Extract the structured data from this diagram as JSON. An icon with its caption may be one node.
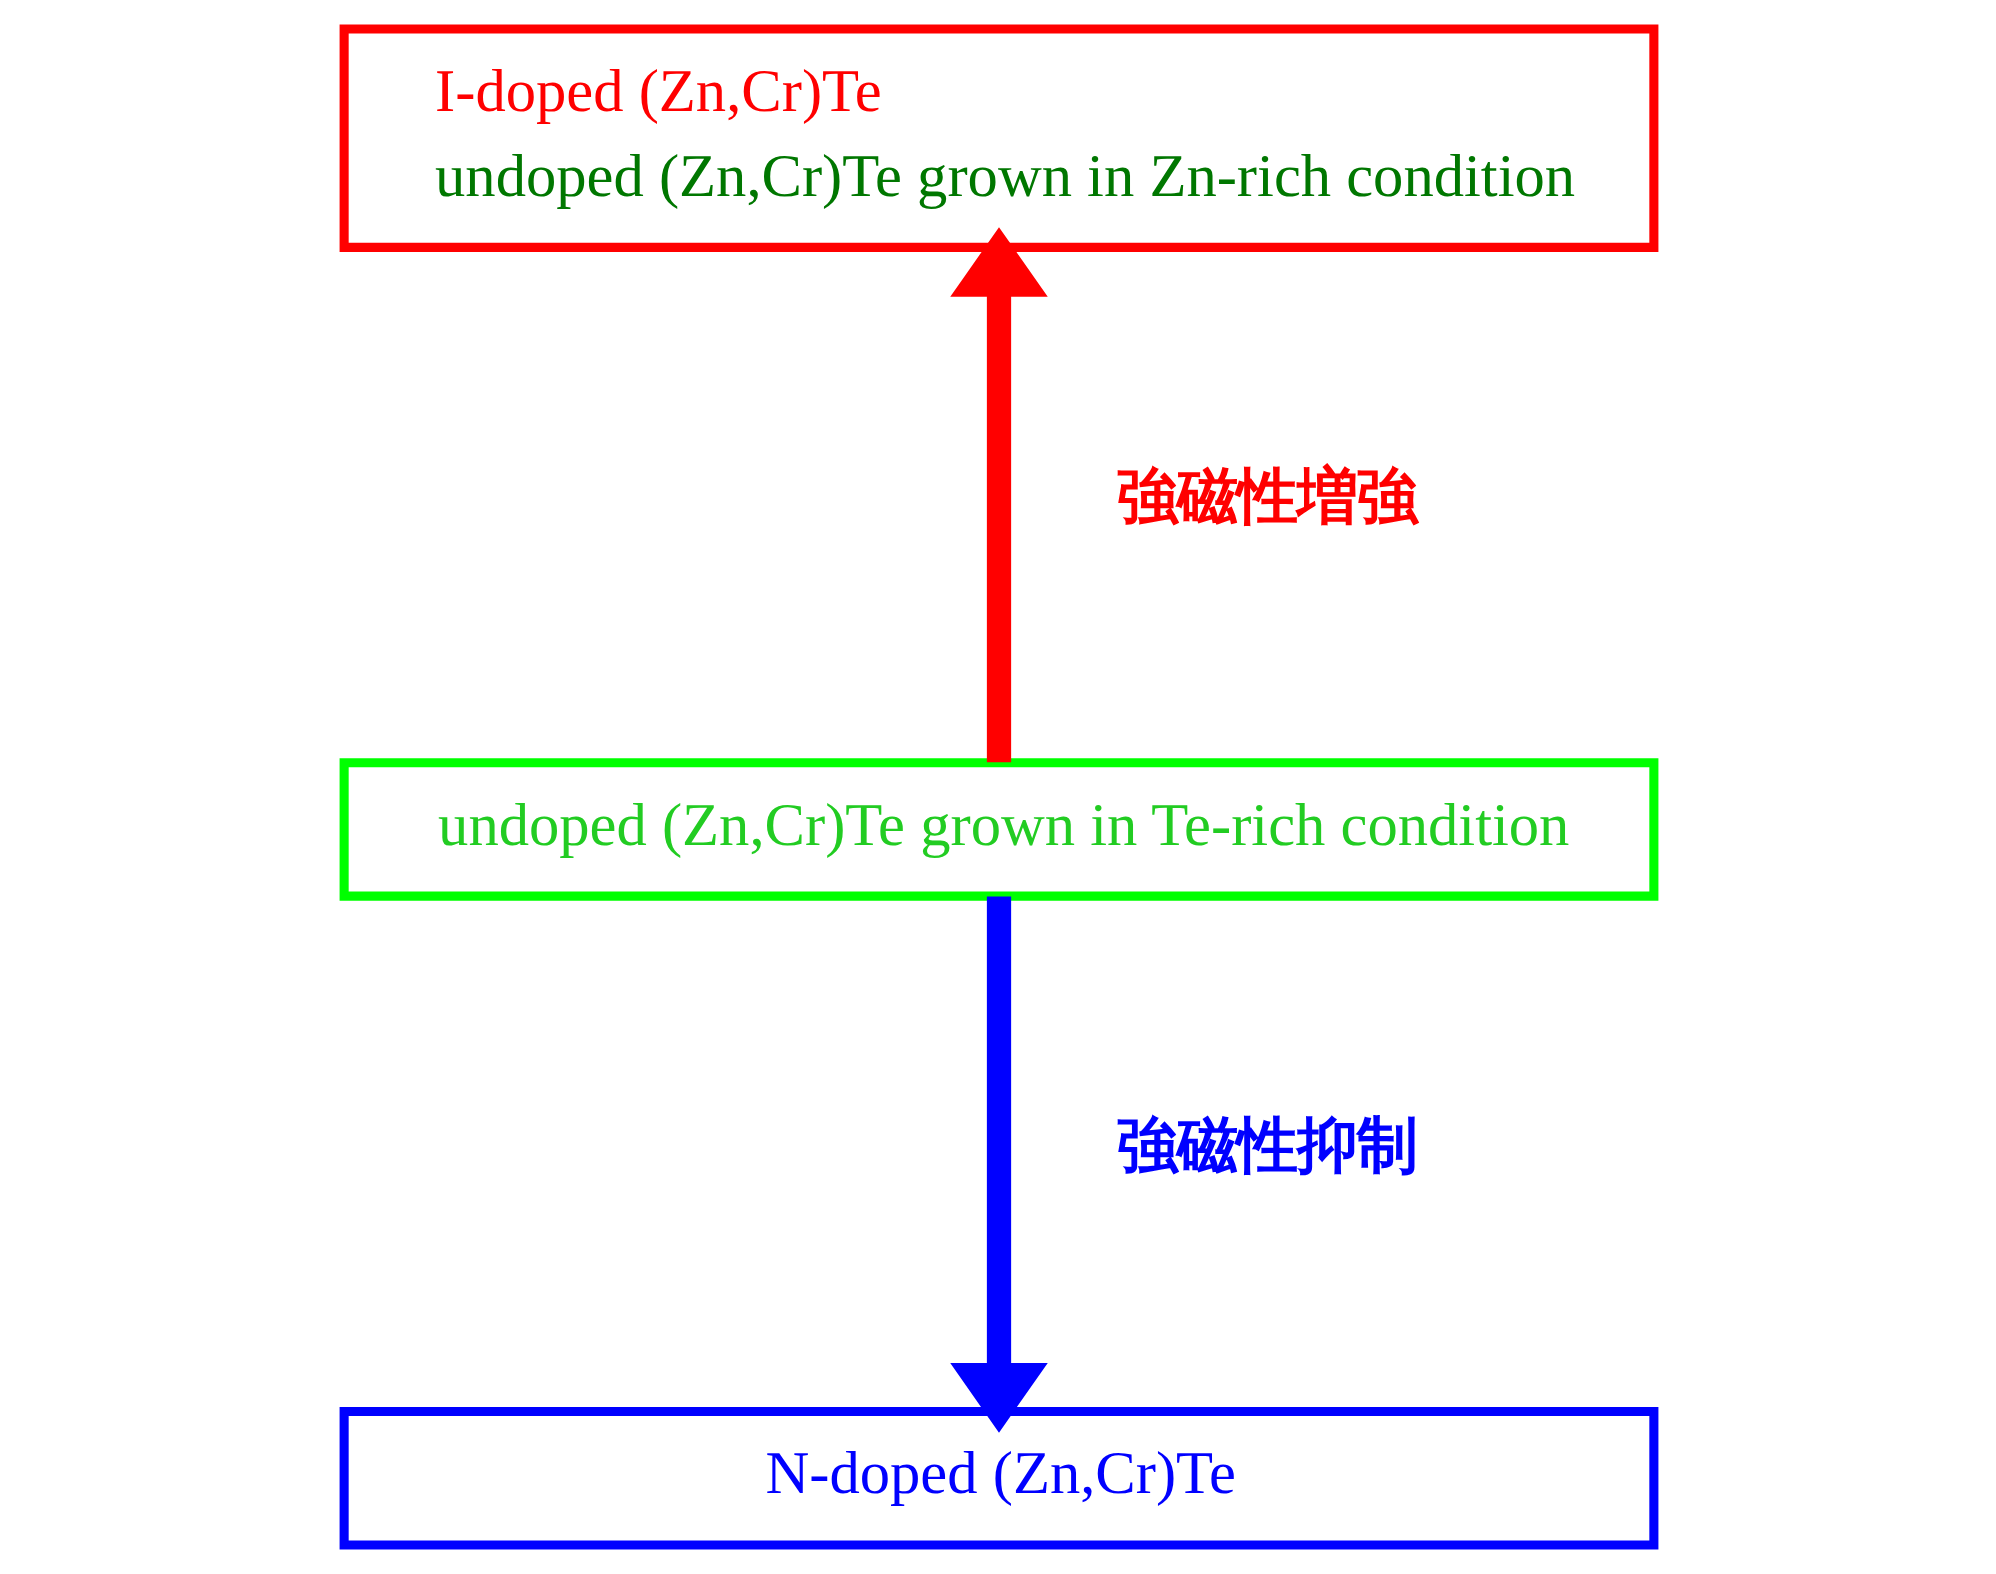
{
  "diagram": {
    "nodes": [
      {
        "text": [
          "I-doped (Zn,Cr)Te",
          "undoped (Zn,Cr)Te grown in Zn-rich condition"
        ]
      },
      {
        "text": [
          "undoped (Zn,Cr)Te grown in Te-rich condition"
        ]
      },
      {
        "text": [
          "N-doped (Zn,Cr)Te"
        ]
      }
    ],
    "edges": [
      {
        "from": 1,
        "to": 0,
        "arrow": "to",
        "label": "強磁性増強",
        "color": "#ff0000"
      },
      {
        "from": 1,
        "to": 2,
        "arrow": "to",
        "label": "強磁性抑制",
        "color": "#0000ff"
      }
    ]
  }
}
